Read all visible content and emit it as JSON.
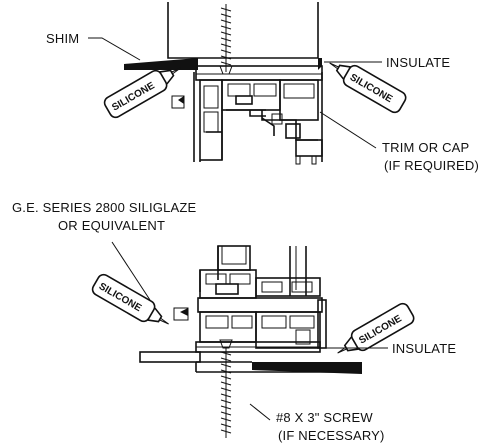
{
  "top_detail": {
    "labels": {
      "shim": "SHIM",
      "insulate": "INSULATE",
      "trim_line1": "TRIM OR CAP",
      "trim_line2": "(IF REQUIRED)"
    },
    "tube_left": "SILICONE",
    "tube_right": "SILICONE"
  },
  "bottom_detail": {
    "labels": {
      "sealant_line1": "G.E. SERIES 2800 SILIGLAZE",
      "sealant_line2": "OR EQUIVALENT",
      "insulate": "INSULATE",
      "screw_line1": "#8 X 3\" SCREW",
      "screw_line2": "(IF NECESSARY)"
    },
    "tube_left": "SILICONE",
    "tube_right": "SILICONE"
  }
}
